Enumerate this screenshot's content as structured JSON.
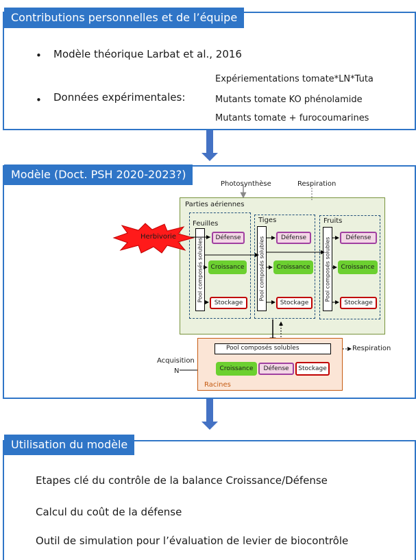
{
  "section1": {
    "title": "Contributions personnelles et de l’équipe",
    "bullet1": "Modèle théorique Larbat et al., 2016",
    "bullet2": "Données expérimentales:",
    "sub_items": [
      "Expériementations tomate*LN*Tuta",
      "Mutants tomate KO phénolamide",
      "Mutants tomate + furocoumarines"
    ]
  },
  "section2": {
    "title": "Modèle (Doct. PSH 2020-2023?)",
    "photosynthese": "Photosynthèse",
    "respiration_top": "Respiration",
    "parties_aeriennes": "Parties aériennes",
    "organs": [
      "Feuilles",
      "Tiges",
      "Fruits"
    ],
    "pool_label": "Pool composés solubles",
    "defense": "Défense",
    "croissance": "Croissance",
    "stockage": "Stockage",
    "herbivorie": "Herbivorie",
    "root_pool": "Pool composés solubles",
    "respiration_root": "Respiration",
    "acquisition": "Acquisition",
    "acquisition_n": "N",
    "racines": "Racines"
  },
  "section3": {
    "title": "Utilisation du modèle",
    "lines": [
      "Etapes clé du contrôle de la balance Croissance/Défense",
      "Calcul du coût de la défense",
      "Outil de simulation pour l’évaluation de levier de biocontrôle"
    ]
  },
  "colors": {
    "accent": "#2f75c7",
    "arrow": "#4472c4",
    "aerial": "#ebf1de",
    "roots": "#fbe5d6",
    "growth": "#6cd030",
    "herbivory": "#ff1a1a"
  }
}
